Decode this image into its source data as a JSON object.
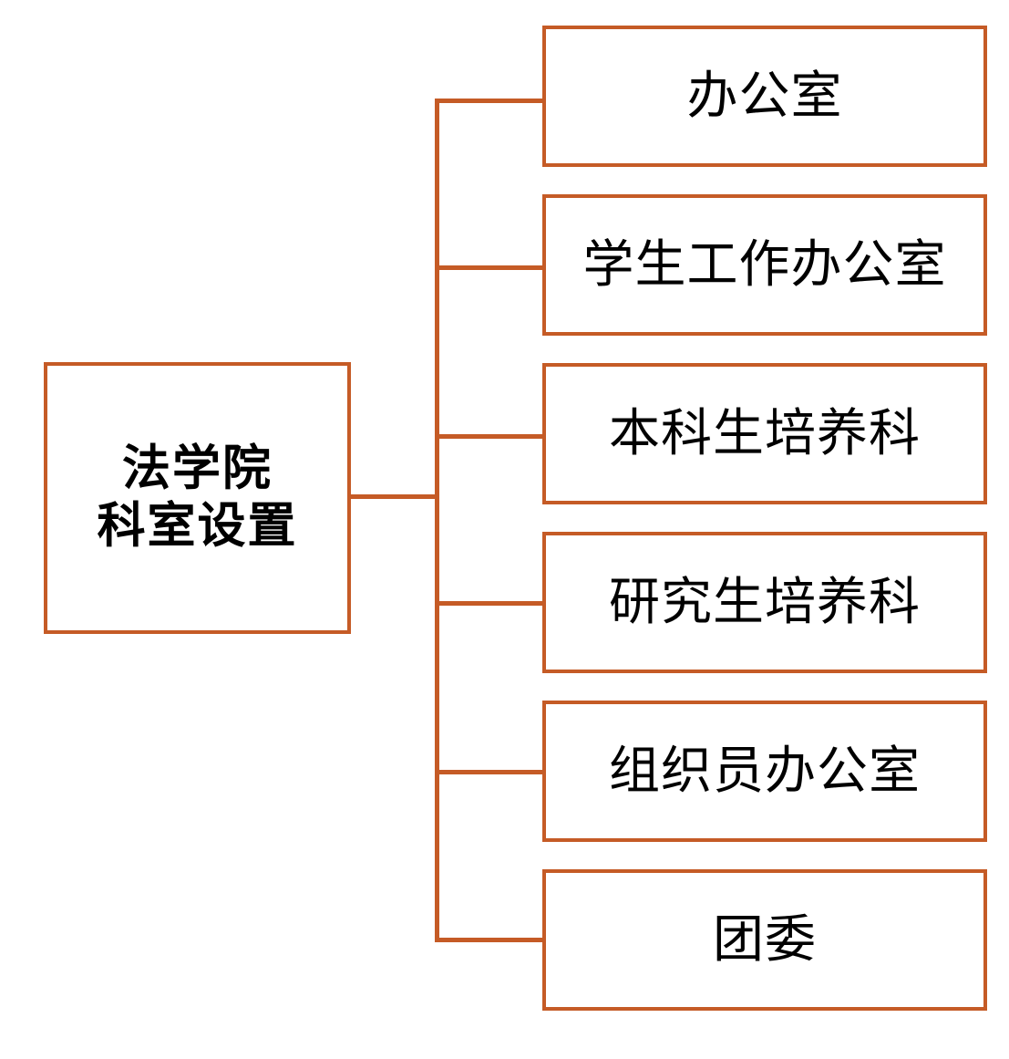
{
  "chart_data": {
    "type": "diagram",
    "diagram_type": "organization-tree",
    "title": "法学院科室设置",
    "orientation": "left-to-right",
    "root": {
      "label": "法学院\n科室设置",
      "lines": [
        "法学院",
        "科室设置"
      ],
      "bold": true
    },
    "children": [
      {
        "label": "办公室"
      },
      {
        "label": "学生工作办公室"
      },
      {
        "label": "本科生培养科"
      },
      {
        "label": "研究生培养科"
      },
      {
        "label": "组织员办公室"
      },
      {
        "label": "团委"
      }
    ]
  },
  "colors": {
    "border": "#c55b26",
    "connector": "#c55b26",
    "box_fill": "#ffffff",
    "text": "#000000",
    "background": "#ffffff"
  }
}
